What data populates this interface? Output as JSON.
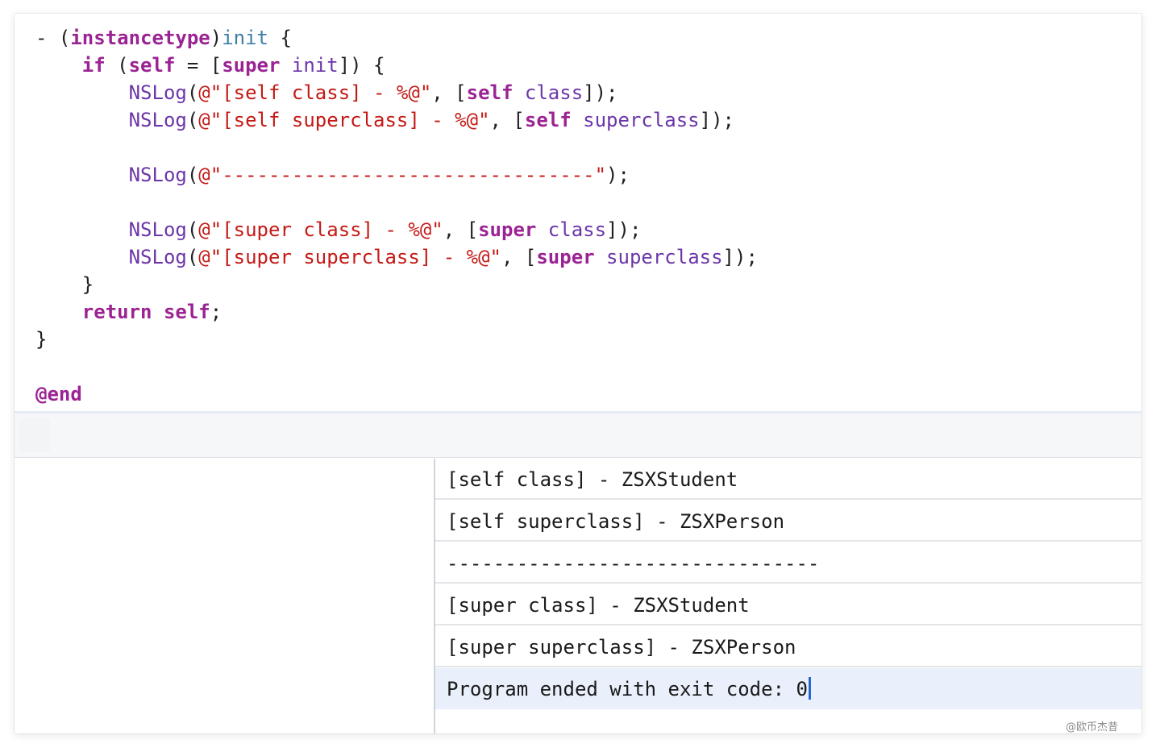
{
  "editor": {
    "lines": [
      [
        {
          "t": "- (",
          "c": "plain"
        },
        {
          "t": "instancetype",
          "c": "kw"
        },
        {
          "t": ")",
          "c": "plain"
        },
        {
          "t": "init",
          "c": "fn"
        },
        {
          "t": " {",
          "c": "plain"
        }
      ],
      [
        {
          "t": "    ",
          "c": "plain"
        },
        {
          "t": "if",
          "c": "kw"
        },
        {
          "t": " (",
          "c": "plain"
        },
        {
          "t": "self",
          "c": "kw"
        },
        {
          "t": " = [",
          "c": "plain"
        },
        {
          "t": "super",
          "c": "kw"
        },
        {
          "t": " ",
          "c": "plain"
        },
        {
          "t": "init",
          "c": "cls"
        },
        {
          "t": "]) {",
          "c": "plain"
        }
      ],
      [
        {
          "t": "        ",
          "c": "plain"
        },
        {
          "t": "NSLog",
          "c": "cls"
        },
        {
          "t": "(",
          "c": "plain"
        },
        {
          "t": "@\"[self class] - %@\"",
          "c": "str"
        },
        {
          "t": ", [",
          "c": "plain"
        },
        {
          "t": "self",
          "c": "kw"
        },
        {
          "t": " ",
          "c": "plain"
        },
        {
          "t": "class",
          "c": "cls"
        },
        {
          "t": "]);",
          "c": "plain"
        }
      ],
      [
        {
          "t": "        ",
          "c": "plain"
        },
        {
          "t": "NSLog",
          "c": "cls"
        },
        {
          "t": "(",
          "c": "plain"
        },
        {
          "t": "@\"[self superclass] - %@\"",
          "c": "str"
        },
        {
          "t": ", [",
          "c": "plain"
        },
        {
          "t": "self",
          "c": "kw"
        },
        {
          "t": " ",
          "c": "plain"
        },
        {
          "t": "superclass",
          "c": "cls"
        },
        {
          "t": "]);",
          "c": "plain"
        }
      ],
      [],
      [
        {
          "t": "        ",
          "c": "plain"
        },
        {
          "t": "NSLog",
          "c": "cls"
        },
        {
          "t": "(",
          "c": "plain"
        },
        {
          "t": "@\"--------------------------------\"",
          "c": "str"
        },
        {
          "t": ");",
          "c": "plain"
        }
      ],
      [],
      [
        {
          "t": "        ",
          "c": "plain"
        },
        {
          "t": "NSLog",
          "c": "cls"
        },
        {
          "t": "(",
          "c": "plain"
        },
        {
          "t": "@\"[super class] - %@\"",
          "c": "str"
        },
        {
          "t": ", [",
          "c": "plain"
        },
        {
          "t": "super",
          "c": "kw"
        },
        {
          "t": " ",
          "c": "plain"
        },
        {
          "t": "class",
          "c": "cls"
        },
        {
          "t": "]);",
          "c": "plain"
        }
      ],
      [
        {
          "t": "        ",
          "c": "plain"
        },
        {
          "t": "NSLog",
          "c": "cls"
        },
        {
          "t": "(",
          "c": "plain"
        },
        {
          "t": "@\"[super superclass] - %@\"",
          "c": "str"
        },
        {
          "t": ", [",
          "c": "plain"
        },
        {
          "t": "super",
          "c": "kw"
        },
        {
          "t": " ",
          "c": "plain"
        },
        {
          "t": "superclass",
          "c": "cls"
        },
        {
          "t": "]);",
          "c": "plain"
        }
      ],
      [
        {
          "t": "    }",
          "c": "plain"
        }
      ],
      [
        {
          "t": "    ",
          "c": "plain"
        },
        {
          "t": "return",
          "c": "kw"
        },
        {
          "t": " ",
          "c": "plain"
        },
        {
          "t": "self",
          "c": "kw"
        },
        {
          "t": ";",
          "c": "plain"
        }
      ],
      [
        {
          "t": "}",
          "c": "plain"
        }
      ],
      [],
      [
        {
          "t": "@end",
          "c": "kw"
        }
      ]
    ]
  },
  "console": {
    "lines": [
      "[self class] - ZSXStudent",
      "[self superclass] - ZSXPerson",
      "--------------------------------",
      "[super class] - ZSXStudent",
      "[super superclass] - ZSXPerson",
      "Program ended with exit code: 0"
    ]
  },
  "watermark": "@欧币杰昔",
  "colors": {
    "keyword": "#9b2393",
    "function": "#3e7fa8",
    "class": "#6c36a9",
    "string": "#c41a16",
    "cursor": "#2766d9",
    "console_highlight": "#e9f0fb"
  }
}
